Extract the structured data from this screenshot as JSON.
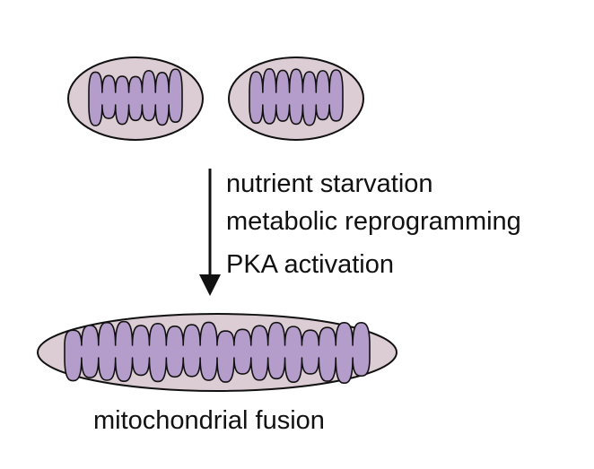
{
  "labels": {
    "condition_1": "nutrient starvation",
    "condition_2": "metabolic reprogramming",
    "condition_3": "PKA activation",
    "result": "mitochondrial fusion"
  },
  "colors": {
    "outer_membrane_fill": "#dcccd3",
    "matrix_fill": "#b49dca",
    "stroke": "#111111",
    "background": "#ffffff"
  }
}
